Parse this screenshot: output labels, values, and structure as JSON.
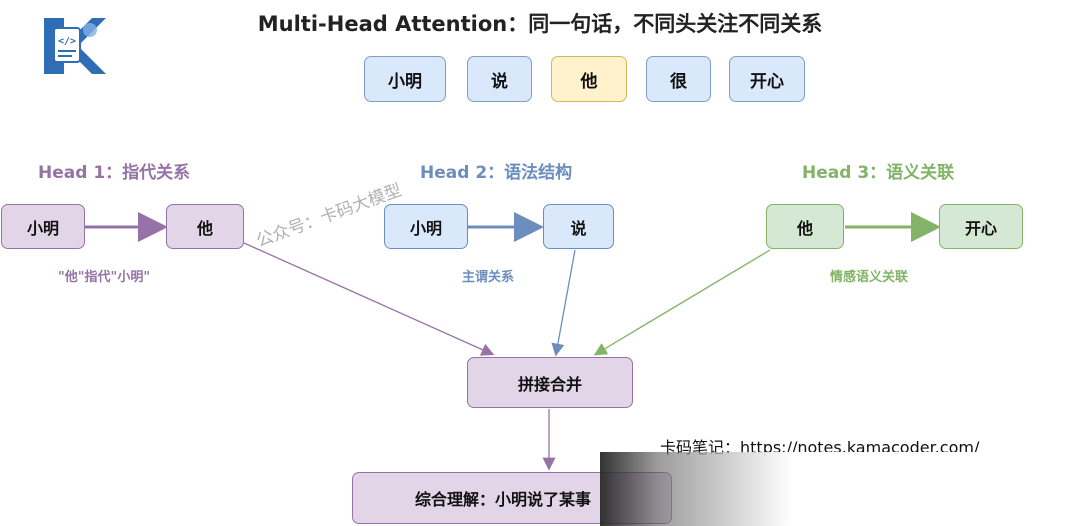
{
  "title": "Multi-Head Attention：同一句话，不同头关注不同关系",
  "tokens": [
    "小明",
    "说",
    "他",
    "很",
    "开心"
  ],
  "heads": {
    "h1": {
      "title": "Head 1：指代关系",
      "from": "小明",
      "to": "他",
      "note": "\"他\"指代\"小明\"",
      "color": "#9673a6"
    },
    "h2": {
      "title": "Head 2：语法结构",
      "from": "小明",
      "to": "说",
      "note": "主谓关系",
      "color": "#6c8ebf"
    },
    "h3": {
      "title": "Head 3：语义关联",
      "from": "他",
      "to": "开心",
      "note": "情感语义关联",
      "color": "#82b366"
    }
  },
  "concat": "拼接合并",
  "result": "综合理解：小明说了某事",
  "watermark": "公众号：卡码大模型",
  "url": "卡码笔记：https://notes.kamacoder.com/"
}
